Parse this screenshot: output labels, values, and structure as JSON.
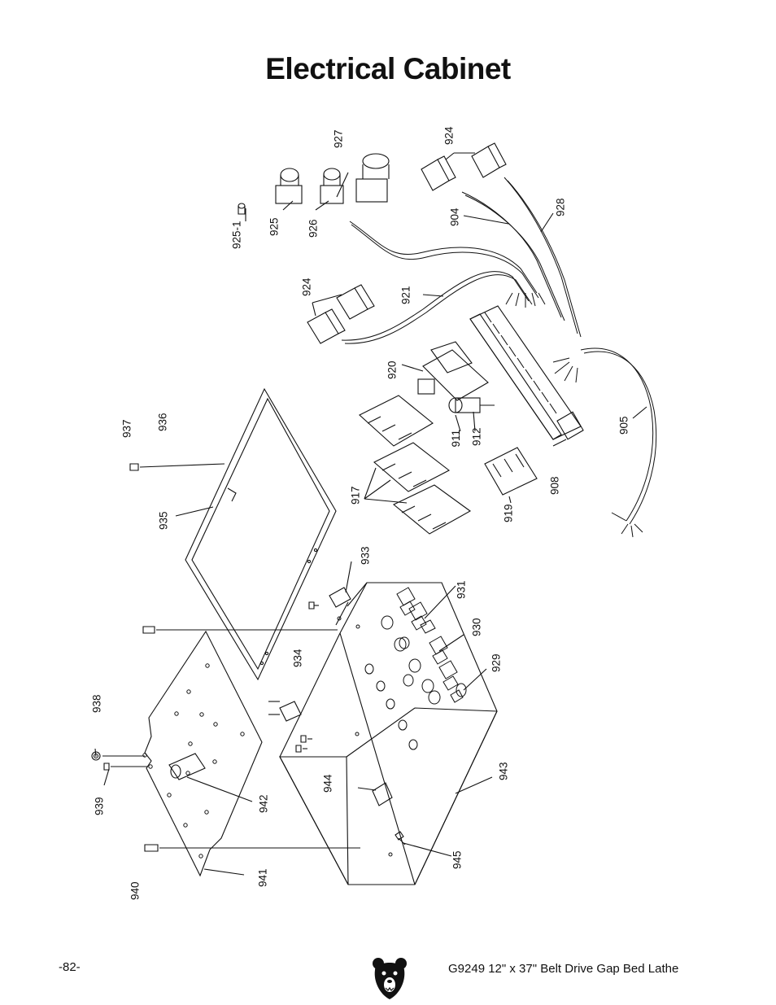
{
  "page": {
    "title": "Electrical Cabinet",
    "page_number": "-82-",
    "product": "G9249  12\" x 37\" Belt Drive Gap Bed Lathe"
  },
  "parts": {
    "p904": "904",
    "p905": "905",
    "p908": "908",
    "p911": "911",
    "p912": "912",
    "p917": "917",
    "p919": "919",
    "p920": "920",
    "p921": "921",
    "p924a": "924",
    "p924b": "924",
    "p925": "925",
    "p925_1": "925-1",
    "p926": "926",
    "p927": "927",
    "p928": "928",
    "p929": "929",
    "p930": "930",
    "p931": "931",
    "p933": "933",
    "p934": "934",
    "p935": "935",
    "p936": "936",
    "p937": "937",
    "p938": "938",
    "p939": "939",
    "p940": "940",
    "p941": "941",
    "p942": "942",
    "p943": "943",
    "p944": "944",
    "p945": "945"
  },
  "logo": {
    "icon": "bear-head-icon"
  }
}
